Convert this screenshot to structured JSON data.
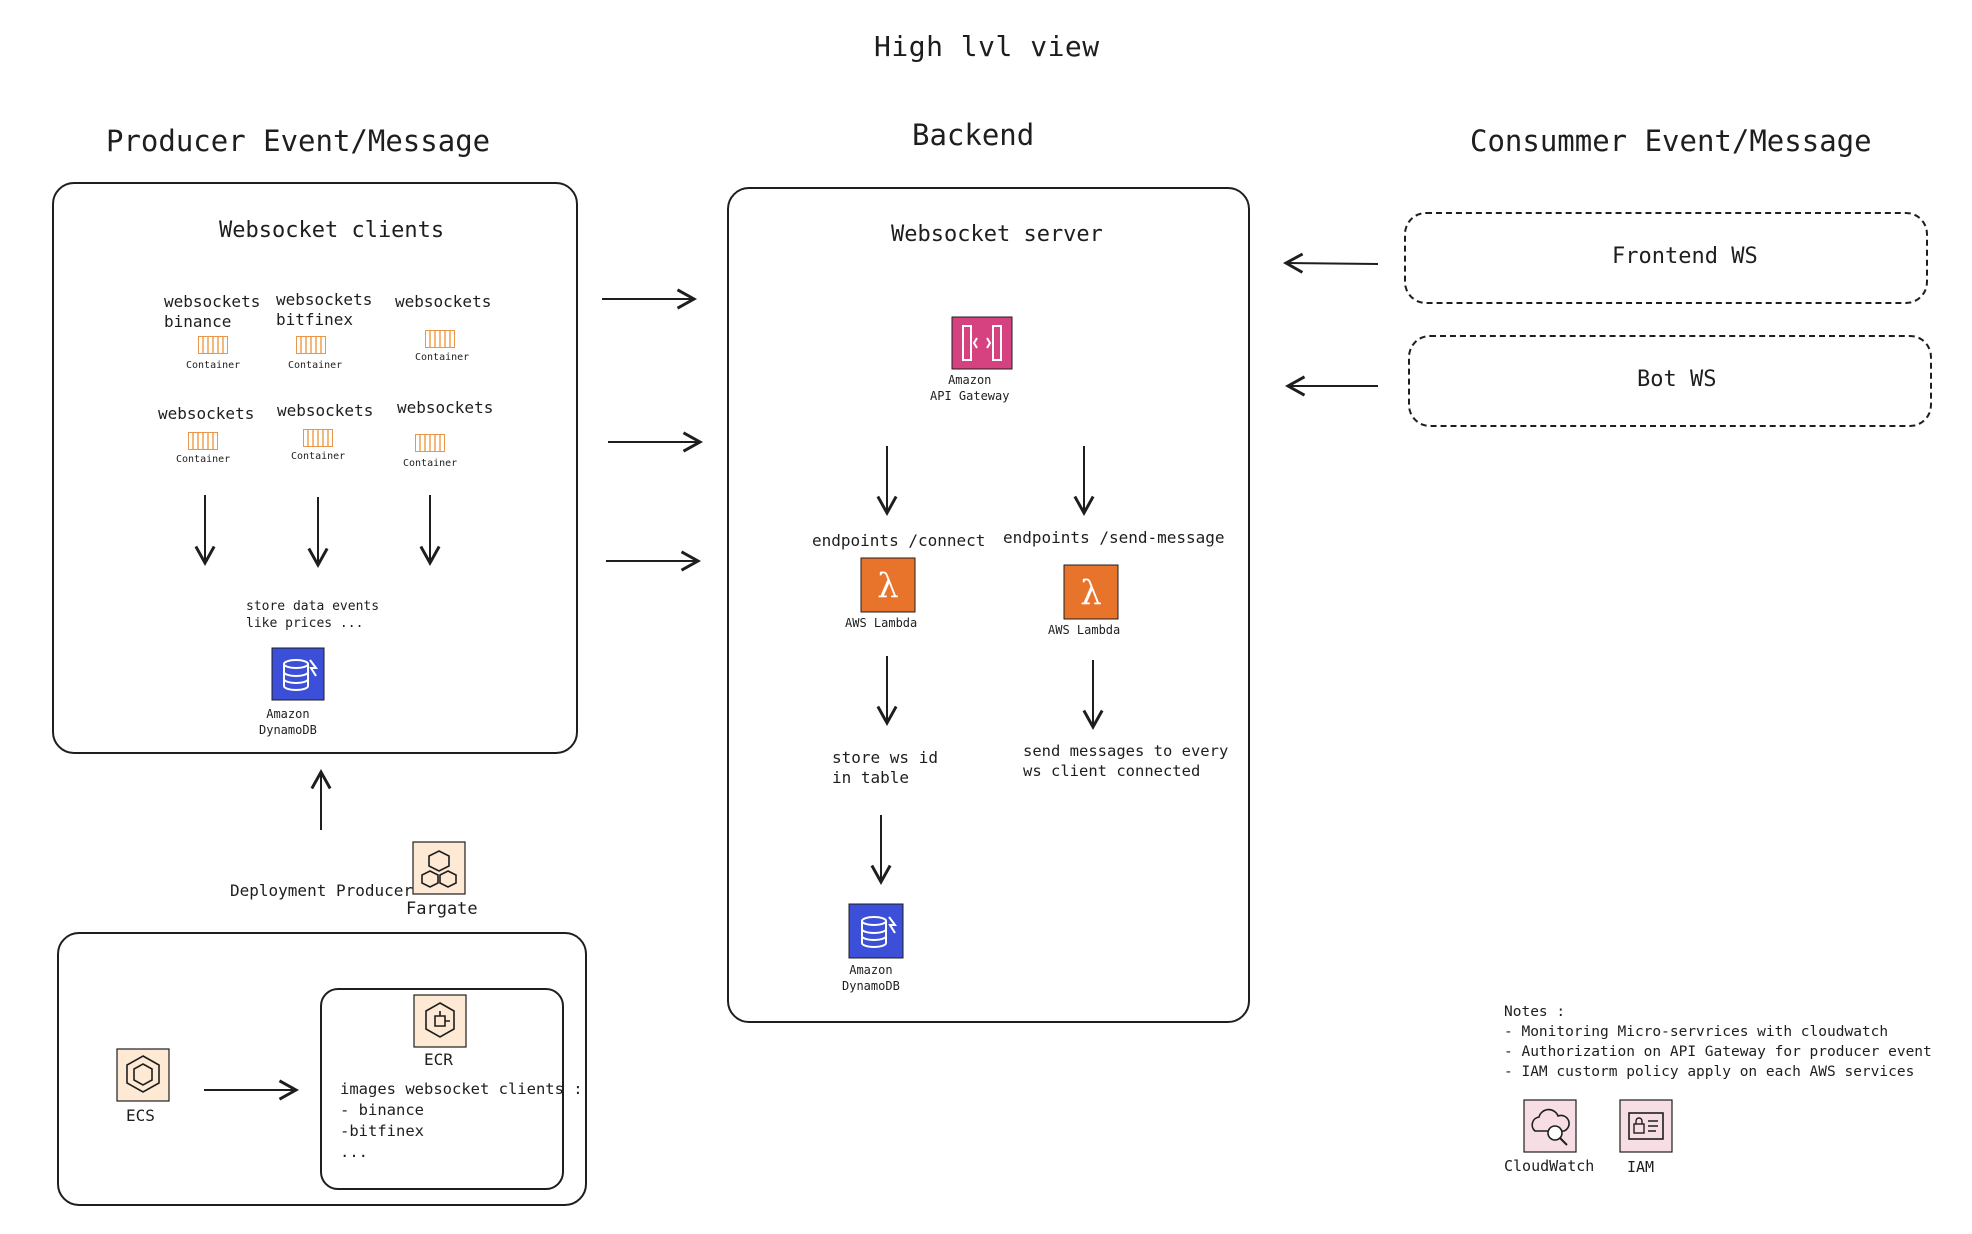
{
  "title": "High lvl view",
  "sections": {
    "producer": "Producer Event/Message",
    "backend": "Backend",
    "consumer": "Consummer Event/Message"
  },
  "producer": {
    "box_title": "Websocket clients",
    "clients": [
      {
        "label": "websockets\nbinance",
        "container": "Container"
      },
      {
        "label": "websockets\nbitfinex",
        "container": "Container"
      },
      {
        "label": "websockets",
        "container": "Container"
      },
      {
        "label": "websockets",
        "container": "Container"
      },
      {
        "label": "websockets",
        "container": "Container"
      },
      {
        "label": "websockets",
        "container": "Container"
      }
    ],
    "store_note": "store data events\nlike prices ...",
    "dynamodb_label": "Amazon\nDynamoDB"
  },
  "deployment": {
    "label": "Deployment Producer",
    "fargate_label": "Fargate",
    "ecs_label": "ECS",
    "ecr_label": "ECR",
    "ecr_text": "images websocket clients :\n- binance\n-bitfinex\n..."
  },
  "backend": {
    "box_title": "Websocket server",
    "api_gateway_label": "Amazon\nAPI Gateway",
    "connect_endpoint": "endpoints /connect",
    "send_endpoint": "endpoints /send-message",
    "lambda_label_1": "AWS Lambda",
    "lambda_label_2": "AWS Lambda",
    "store_ws_text": "store ws id\nin table",
    "send_messages_text": "send messages to every\nws client connected",
    "dynamodb_label": "Amazon\nDynamoDB"
  },
  "consumer": {
    "frontend": "Frontend WS",
    "bot": "Bot WS"
  },
  "notes": {
    "heading": "Notes :",
    "lines": [
      "- Monitoring Micro-servrices with cloudwatch",
      "- Authorization on API Gateway for producer event",
      "- IAM custorm policy apply on each AWS services"
    ],
    "cloudwatch_label": "CloudWatch",
    "iam_label": "IAM"
  },
  "colors": {
    "stroke": "#1e1e1e",
    "lambda_orange": "#e8742c",
    "dynamodb_blue": "#3b4fd8",
    "apigw_pink": "#d6417f",
    "container_orange": "#e7964a",
    "mgmt_pink": "#c94c6d"
  }
}
